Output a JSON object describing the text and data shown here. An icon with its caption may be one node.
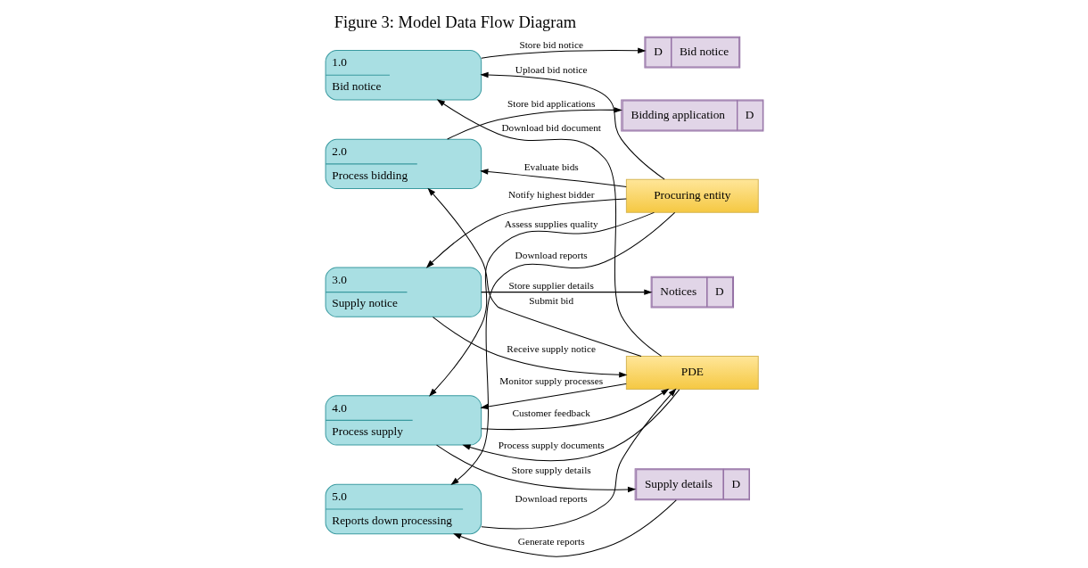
{
  "diagram": {
    "title": "Figure 3: Model Data Flow Diagram",
    "nodes": [
      {
        "text": [
          "1.0",
          "Bid notice"
        ]
      },
      {
        "text": [
          "D",
          "Bid notice"
        ]
      },
      {
        "text": [
          "2.0",
          "Process bidding"
        ]
      },
      {
        "text": [
          "Bidding application",
          "D"
        ]
      },
      {
        "text": [
          "PDE"
        ]
      },
      {
        "text": [
          "Procuring entity"
        ]
      },
      {
        "text": [
          "3.0",
          "Supply notice"
        ]
      },
      {
        "text": [
          "Notices",
          "D"
        ]
      },
      {
        "text": [
          "4.0",
          "Process supply"
        ]
      },
      {
        "text": [
          "Supply details",
          "D"
        ]
      },
      {
        "text": [
          "5.0",
          "Reports down processing"
        ]
      }
    ],
    "edges": [
      {
        "from": 5,
        "to": 0,
        "arrow": "to",
        "label": "Upload bid notice"
      },
      {
        "from": 0,
        "to": 1,
        "arrow": "to",
        "label": "Store bid notice"
      },
      {
        "from": 4,
        "to": 0,
        "arrow": "to",
        "label": "Download bid document"
      },
      {
        "from": 2,
        "to": 3,
        "arrow": "to",
        "label": "Store bid applications"
      },
      {
        "from": 4,
        "to": 2,
        "arrow": "to",
        "label": "Submit bid"
      },
      {
        "from": 5,
        "to": 2,
        "arrow": "to",
        "label": "Evaluate bids"
      },
      {
        "from": 5,
        "to": 6,
        "arrow": "to",
        "label": "Notify highest bidder"
      },
      {
        "from": 6,
        "to": 4,
        "arrow": "to",
        "label": "Receive supply notice"
      },
      {
        "from": 6,
        "to": 7,
        "arrow": "to",
        "label": "Store supplier details"
      },
      {
        "from": 5,
        "to": 8,
        "arrow": "to",
        "label": "Assess supplies quality"
      },
      {
        "from": 4,
        "to": 8,
        "arrow": "to",
        "label": "Process supply documents"
      },
      {
        "from": 4,
        "to": 8,
        "arrow": "to",
        "label": "Monitor supply processes"
      },
      {
        "from": 8,
        "to": 4,
        "arrow": "to",
        "label": "Customer feedback"
      },
      {
        "from": 8,
        "to": 9,
        "arrow": "to",
        "label": "Store supply details"
      },
      {
        "from": 9,
        "to": 10,
        "arrow": "to",
        "label": "Generate reports"
      },
      {
        "from": 5,
        "to": 10,
        "arrow": "to",
        "label": "Download reports"
      },
      {
        "from": 10,
        "to": 4,
        "arrow": "to",
        "label": "Download reports"
      }
    ]
  }
}
